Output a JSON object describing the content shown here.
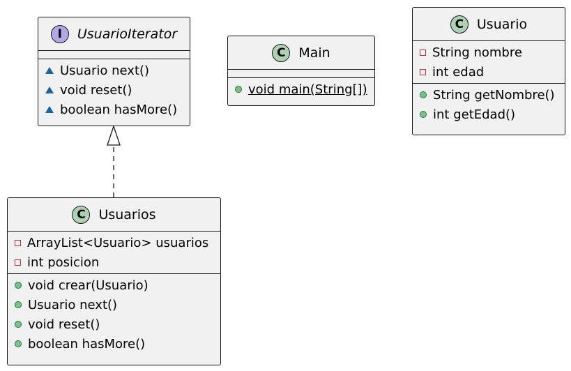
{
  "diagram": {
    "classes": {
      "usuario_iterator": {
        "stereotype": "I",
        "name": "UsuarioIterator",
        "fields": [],
        "methods": [
          {
            "visibility": "package",
            "text": "Usuario next()"
          },
          {
            "visibility": "package",
            "text": "void reset()"
          },
          {
            "visibility": "package",
            "text": "boolean hasMore()"
          }
        ]
      },
      "main": {
        "stereotype": "C",
        "name": "Main",
        "fields": [],
        "methods": [
          {
            "visibility": "public",
            "text": "void main(String[])",
            "static": true
          }
        ]
      },
      "usuario": {
        "stereotype": "C",
        "name": "Usuario",
        "fields": [
          {
            "visibility": "private",
            "text": "String nombre"
          },
          {
            "visibility": "private",
            "text": "int edad"
          }
        ],
        "methods": [
          {
            "visibility": "public",
            "text": "String getNombre()"
          },
          {
            "visibility": "public",
            "text": "int getEdad()"
          }
        ]
      },
      "usuarios": {
        "stereotype": "C",
        "name": "Usuarios",
        "fields": [
          {
            "visibility": "private",
            "text": "ArrayList<Usuario> usuarios"
          },
          {
            "visibility": "private",
            "text": "int posicion"
          }
        ],
        "methods": [
          {
            "visibility": "public",
            "text": "void crear(Usuario)"
          },
          {
            "visibility": "public",
            "text": "Usuario next()"
          },
          {
            "visibility": "public",
            "text": "void reset()"
          },
          {
            "visibility": "public",
            "text": "boolean hasMore()"
          }
        ]
      }
    },
    "relations": [
      {
        "type": "realization",
        "from": "Usuarios",
        "to": "UsuarioIterator"
      }
    ]
  },
  "colors": {
    "class_fill": "#f1f1f1",
    "border": "#181818",
    "class_circle": "#add1b2",
    "interface_circle": "#b4a7e5",
    "private": "#c82930",
    "public": "#84be84",
    "package": "#1963a0"
  }
}
